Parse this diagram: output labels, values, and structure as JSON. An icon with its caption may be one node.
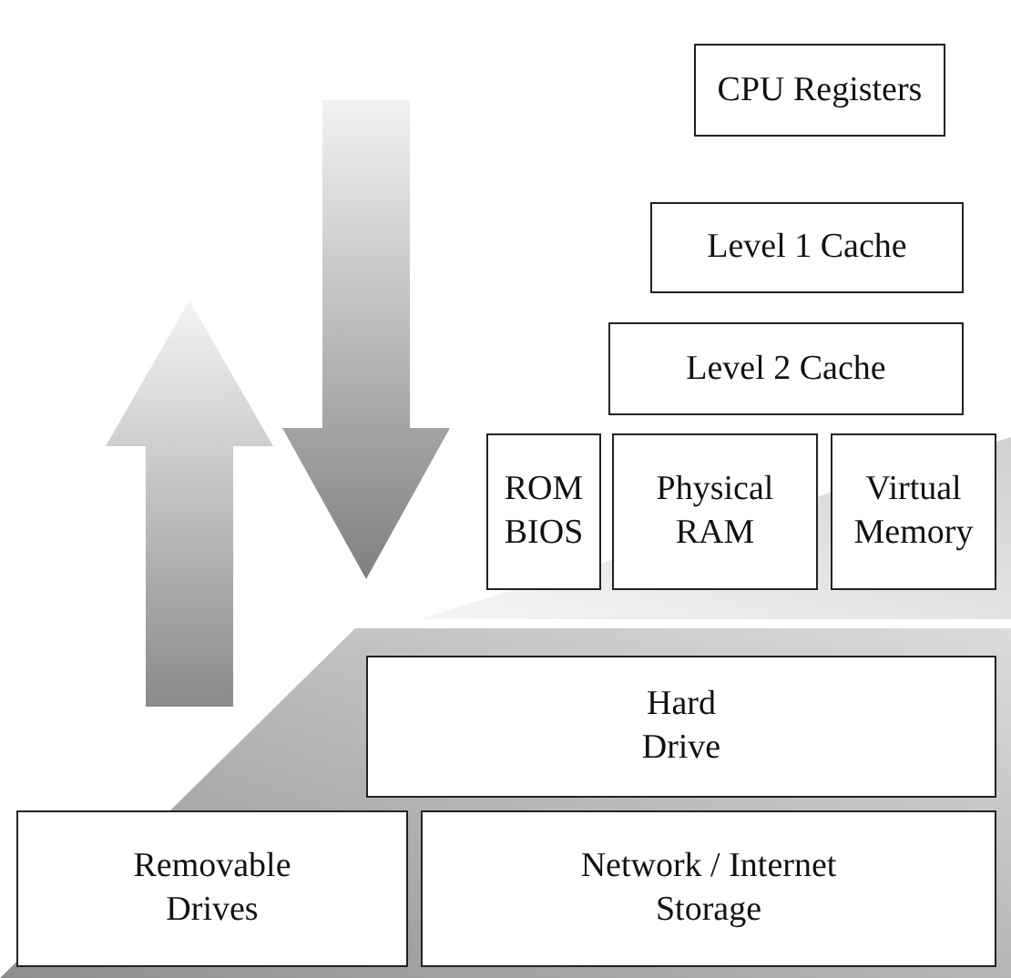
{
  "diagram": {
    "nodes": [
      {
        "text": [
          "CPU Registers"
        ]
      },
      {
        "text": [
          "Level 1 Cache"
        ]
      },
      {
        "text": [
          "Level 2 Cache"
        ]
      },
      {
        "text": [
          "ROM BIOS"
        ]
      },
      {
        "text": [
          "Physical RAM"
        ]
      },
      {
        "text": [
          "Virtual Memory"
        ]
      },
      {
        "text": [
          "Hard Drive"
        ]
      },
      {
        "text": [
          "Removable Drives"
        ]
      },
      {
        "text": [
          "Network / Internet Storage"
        ]
      }
    ],
    "edges": []
  }
}
